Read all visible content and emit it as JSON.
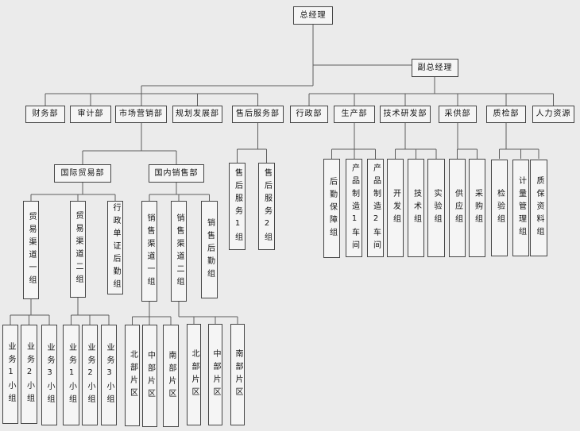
{
  "diagram": {
    "type": "org-chart",
    "title": "",
    "colors": {
      "background": "#ebebeb",
      "box_fill": "#f5f5f5",
      "box_border": "#454545",
      "connector_line": "#5c5c5c",
      "text": "#141414"
    }
  },
  "nodes": {
    "gm": {
      "label": "总经理"
    },
    "dgm": {
      "label": "副总经理"
    },
    "finance": {
      "label": "财务部"
    },
    "audit": {
      "label": "审计部"
    },
    "marketing": {
      "label": "市场营销部"
    },
    "planning": {
      "label": "规划发展部"
    },
    "aftersales": {
      "label": "售后服务部"
    },
    "admin": {
      "label": "行政部"
    },
    "production": {
      "label": "生产部"
    },
    "rnd": {
      "label": "技术研发部"
    },
    "procure": {
      "label": "采供部"
    },
    "qc": {
      "label": "质检部"
    },
    "hr": {
      "label": "人力资源"
    },
    "intl_trade": {
      "label": "国际贸易部"
    },
    "domestic_sales": {
      "label": "国内销售部"
    },
    "as1": {
      "label": "售后服务1组"
    },
    "as2": {
      "label": "售后服务2组"
    },
    "logi": {
      "label": "后勤保障组"
    },
    "mfg1": {
      "label": "产品制造1车间"
    },
    "mfg2": {
      "label": "产品制造2车间"
    },
    "dev": {
      "label": "开发组"
    },
    "tech": {
      "label": "技术组"
    },
    "exp": {
      "label": "实验组"
    },
    "supply": {
      "label": "供应组"
    },
    "purchase": {
      "label": "采购组"
    },
    "inspect": {
      "label": "检验组"
    },
    "metro": {
      "label": "计量管理组"
    },
    "qadoc": {
      "label": "质保资料组"
    },
    "trade1": {
      "label": "贸易渠道一组"
    },
    "trade2": {
      "label": "贸易渠道二组"
    },
    "admindoc": {
      "label": "行政单证后勤组"
    },
    "sales1": {
      "label": "销售渠道一组"
    },
    "sales2": {
      "label": "销售渠道二组"
    },
    "saleslog": {
      "label": "销售后勤组"
    },
    "biz1a": {
      "label": "业务1小组"
    },
    "biz2a": {
      "label": "业务2小组"
    },
    "biz3a": {
      "label": "业务3小组"
    },
    "biz1b": {
      "label": "业务1小组"
    },
    "biz2b": {
      "label": "业务2小组"
    },
    "biz3b": {
      "label": "业务3小组"
    },
    "north1": {
      "label": "北部片区"
    },
    "central1": {
      "label": "中部片区"
    },
    "south1": {
      "label": "南部片区"
    },
    "north2": {
      "label": "北部片区"
    },
    "central2": {
      "label": "中部片区"
    },
    "south2": {
      "label": "南部片区"
    }
  },
  "edges": [
    [
      "gm",
      "dgm"
    ],
    [
      "gm",
      "finance"
    ],
    [
      "gm",
      "audit"
    ],
    [
      "gm",
      "marketing"
    ],
    [
      "gm",
      "planning"
    ],
    [
      "gm",
      "aftersales"
    ],
    [
      "dgm",
      "admin"
    ],
    [
      "dgm",
      "production"
    ],
    [
      "dgm",
      "rnd"
    ],
    [
      "dgm",
      "procure"
    ],
    [
      "dgm",
      "qc"
    ],
    [
      "dgm",
      "hr"
    ],
    [
      "marketing",
      "intl_trade"
    ],
    [
      "marketing",
      "domestic_sales"
    ],
    [
      "aftersales",
      "as1"
    ],
    [
      "aftersales",
      "as2"
    ],
    [
      "production",
      "logi"
    ],
    [
      "production",
      "mfg1"
    ],
    [
      "production",
      "mfg2"
    ],
    [
      "rnd",
      "dev"
    ],
    [
      "rnd",
      "tech"
    ],
    [
      "rnd",
      "exp"
    ],
    [
      "procure",
      "supply"
    ],
    [
      "procure",
      "purchase"
    ],
    [
      "qc",
      "inspect"
    ],
    [
      "qc",
      "metro"
    ],
    [
      "qc",
      "qadoc"
    ],
    [
      "intl_trade",
      "trade1"
    ],
    [
      "intl_trade",
      "trade2"
    ],
    [
      "intl_trade",
      "admindoc"
    ],
    [
      "domestic_sales",
      "sales1"
    ],
    [
      "domestic_sales",
      "sales2"
    ],
    [
      "domestic_sales",
      "saleslog"
    ],
    [
      "trade1",
      "biz1a"
    ],
    [
      "trade1",
      "biz2a"
    ],
    [
      "trade1",
      "biz3a"
    ],
    [
      "trade2",
      "biz1b"
    ],
    [
      "trade2",
      "biz2b"
    ],
    [
      "trade2",
      "biz3b"
    ],
    [
      "sales1",
      "north1"
    ],
    [
      "sales1",
      "central1"
    ],
    [
      "sales1",
      "south1"
    ],
    [
      "sales2",
      "north2"
    ],
    [
      "sales2",
      "central2"
    ],
    [
      "sales2",
      "south2"
    ]
  ]
}
